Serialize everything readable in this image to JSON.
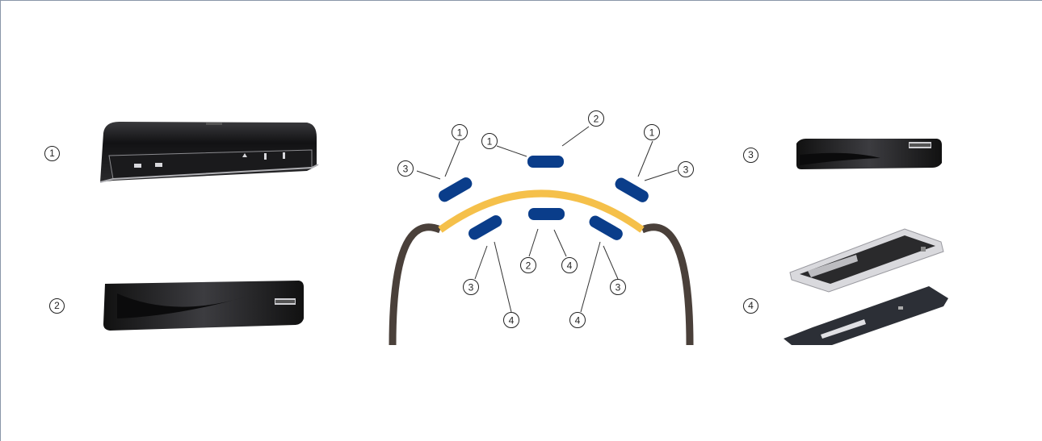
{
  "colors": {
    "arch_outer": "#4a403a",
    "arch_highlight": "#f5c04a",
    "device_blue": "#0a3d8a",
    "device_body": "#1c1c1e"
  },
  "left_items": [
    {
      "number": "1",
      "icon": "surface-mount-closer"
    },
    {
      "number": "2",
      "icon": "wide-cover-closer"
    }
  ],
  "right_items": [
    {
      "number": "3",
      "icon": "compact-cover-closer"
    },
    {
      "number": "4",
      "icon": "concealed-closer-with-plate"
    }
  ],
  "diagram": {
    "top_labels": [
      "1",
      "2"
    ],
    "upper_left_labels": [
      "1",
      "3"
    ],
    "upper_right_labels": [
      "1",
      "3"
    ],
    "lower_left_labels": [
      "3",
      "4"
    ],
    "lower_center_labels": [
      "2",
      "4"
    ],
    "lower_right_labels": [
      "4",
      "3"
    ]
  }
}
